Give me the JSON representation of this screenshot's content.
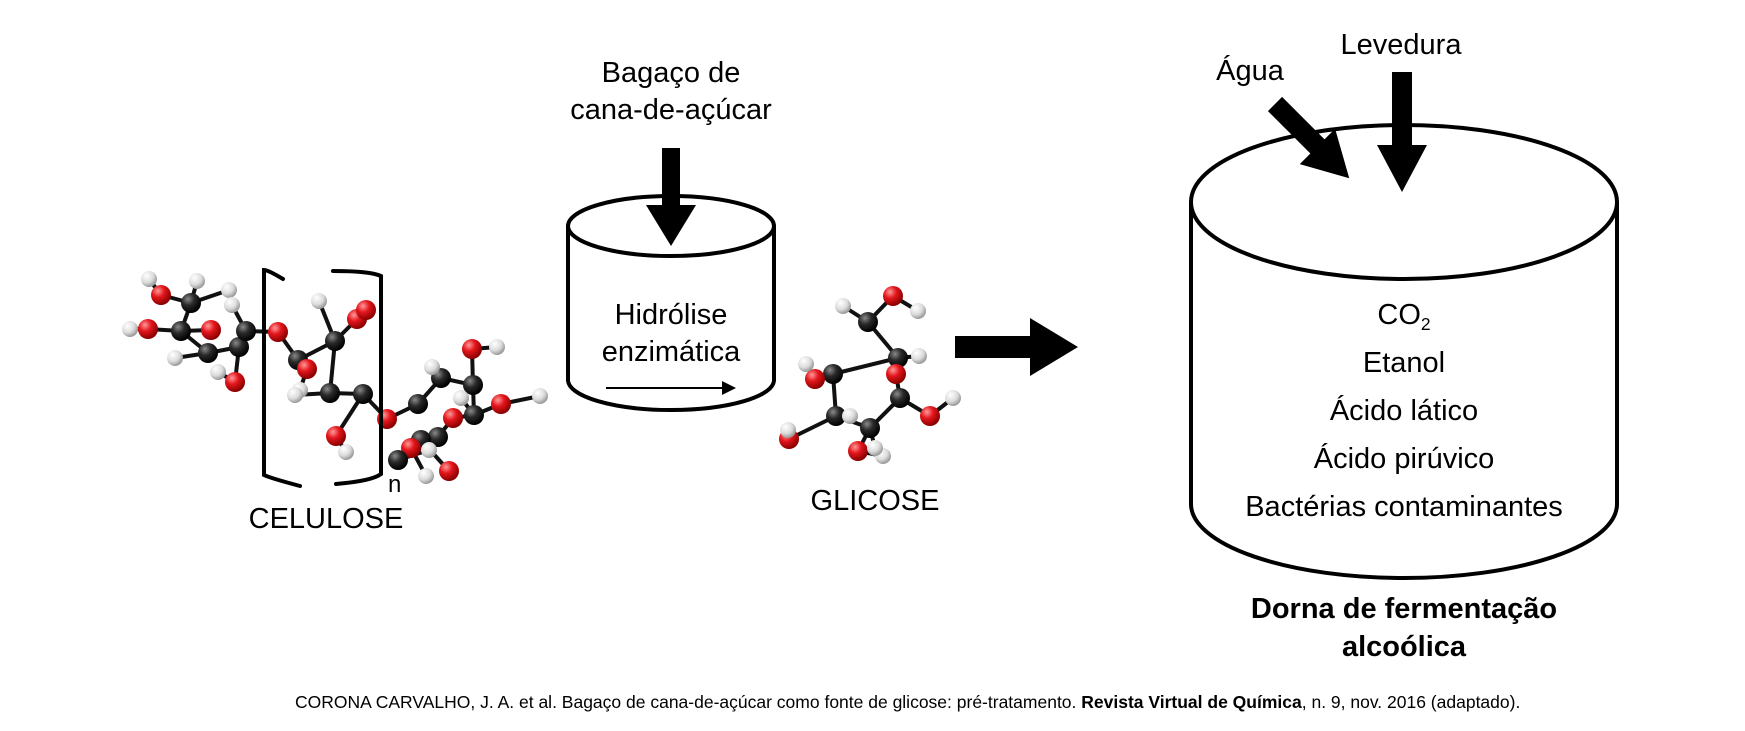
{
  "cellulose": {
    "label": "CELULOSE",
    "repeat_index": "n"
  },
  "feed": {
    "line1": "Bagaço de",
    "line2": "cana-de-açúcar"
  },
  "hydrolysis_tank": {
    "line1": "Hidrólise",
    "line2": "enzimática"
  },
  "glucose": {
    "label": "GLICOSE"
  },
  "inputs": {
    "water": "Água",
    "yeast": "Levedura"
  },
  "fermentation_tank": {
    "contents": [
      {
        "main": "CO",
        "sub": "2"
      },
      {
        "main": "Etanol",
        "sub": ""
      },
      {
        "main": "Ácido lático",
        "sub": ""
      },
      {
        "main": "Ácido pirúvico",
        "sub": ""
      },
      {
        "main": "Bactérias contaminantes",
        "sub": ""
      }
    ],
    "caption_line1": "Dorna de fermentação",
    "caption_line2": "alcoólica"
  },
  "citation": {
    "part1": "CORONA CARVALHO, J. A. et al. Bagaço de cana-de-açúcar como fonte de glicose: pré-tratamento. ",
    "journal": "Revista Virtual de Química",
    "part2": ", n. 9, nov. 2016 (adaptado)."
  },
  "colors": {
    "oxygen": "#e3161c",
    "carbon": "#1a1a1a",
    "hydrogen": "#e2e2e2",
    "line": "#000000"
  }
}
